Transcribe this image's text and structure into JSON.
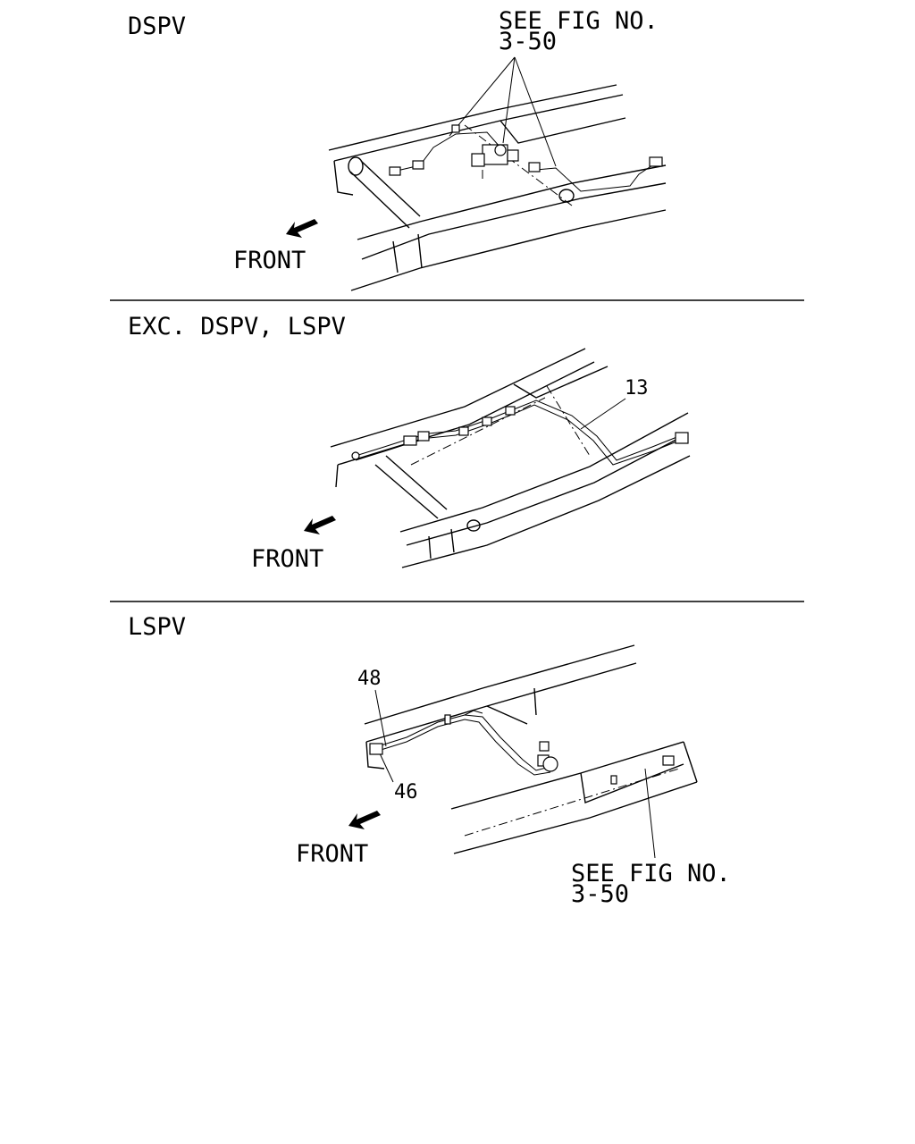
{
  "sections": [
    {
      "title": "DSPV",
      "front_label": "FRONT",
      "callout": {
        "line1": "SEE FIG NO.",
        "line2": "3-50"
      }
    },
    {
      "title": "EXC. DSPV, LSPV",
      "front_label": "FRONT",
      "part_numbers": [
        "13"
      ]
    },
    {
      "title": "LSPV",
      "front_label": "FRONT",
      "part_numbers": [
        "48",
        "46"
      ],
      "callout": {
        "line1": "SEE FIG NO.",
        "line2": "3-50"
      }
    }
  ],
  "colors": {
    "line": "#000000",
    "background": "#ffffff"
  }
}
